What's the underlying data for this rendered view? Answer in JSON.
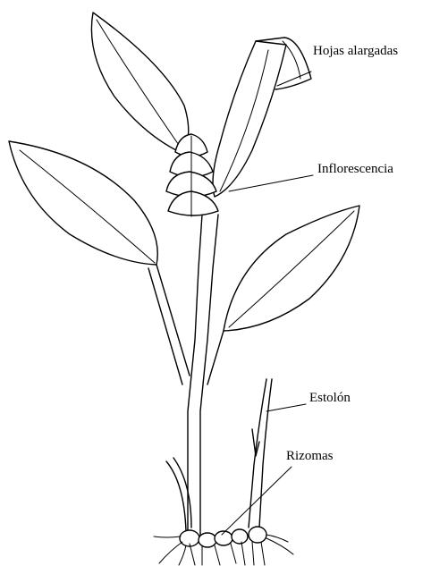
{
  "labels": {
    "hojas": "Hojas alargadas",
    "inflorescencia": "Inflorescencia",
    "estolon": "Estolón",
    "rizomas": "Rizomas"
  }
}
